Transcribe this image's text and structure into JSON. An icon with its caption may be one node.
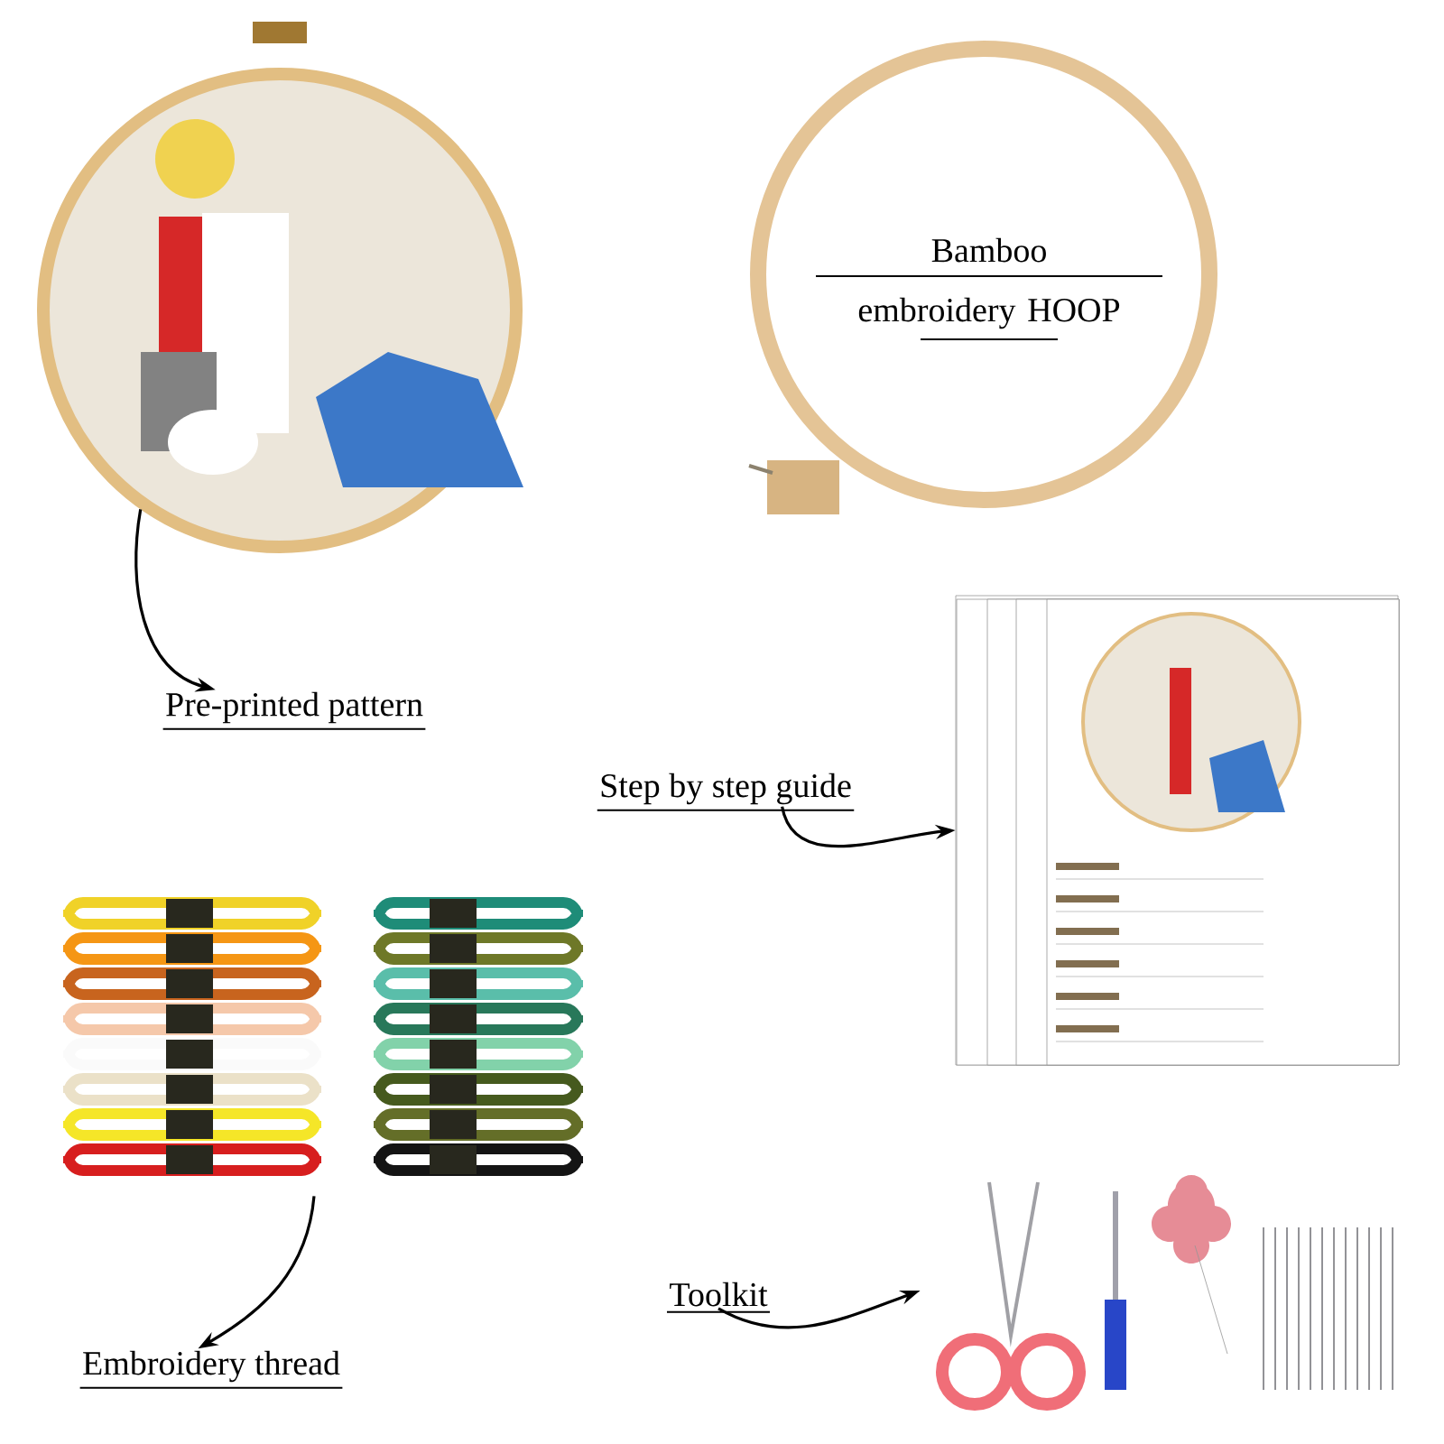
{
  "diagram": {
    "nodes": [
      {
        "text": [],
        "shape": "picture"
      },
      {
        "text": [],
        "shape": "picture"
      },
      {
        "text": [
          "Pre-printed pattern"
        ]
      },
      {
        "text": [
          "Step by step guide"
        ]
      },
      {
        "text": [],
        "shape": "picture"
      },
      {
        "text": [],
        "shape": "picture"
      },
      {
        "text": [
          "Embroidery thread"
        ]
      },
      {
        "text": [
          "Toolkit"
        ]
      },
      {
        "text": [],
        "shape": "picture"
      }
    ],
    "edges": [
      {
        "from": 0,
        "to": 2,
        "arrow": "to"
      },
      {
        "from": 3,
        "to": 4,
        "arrow": "to"
      },
      {
        "from": 5,
        "to": 6,
        "arrow": "to"
      },
      {
        "from": 7,
        "to": 8,
        "arrow": "to"
      }
    ],
    "labels": [
      "Bamboo embroidery HOOP"
    ]
  }
}
